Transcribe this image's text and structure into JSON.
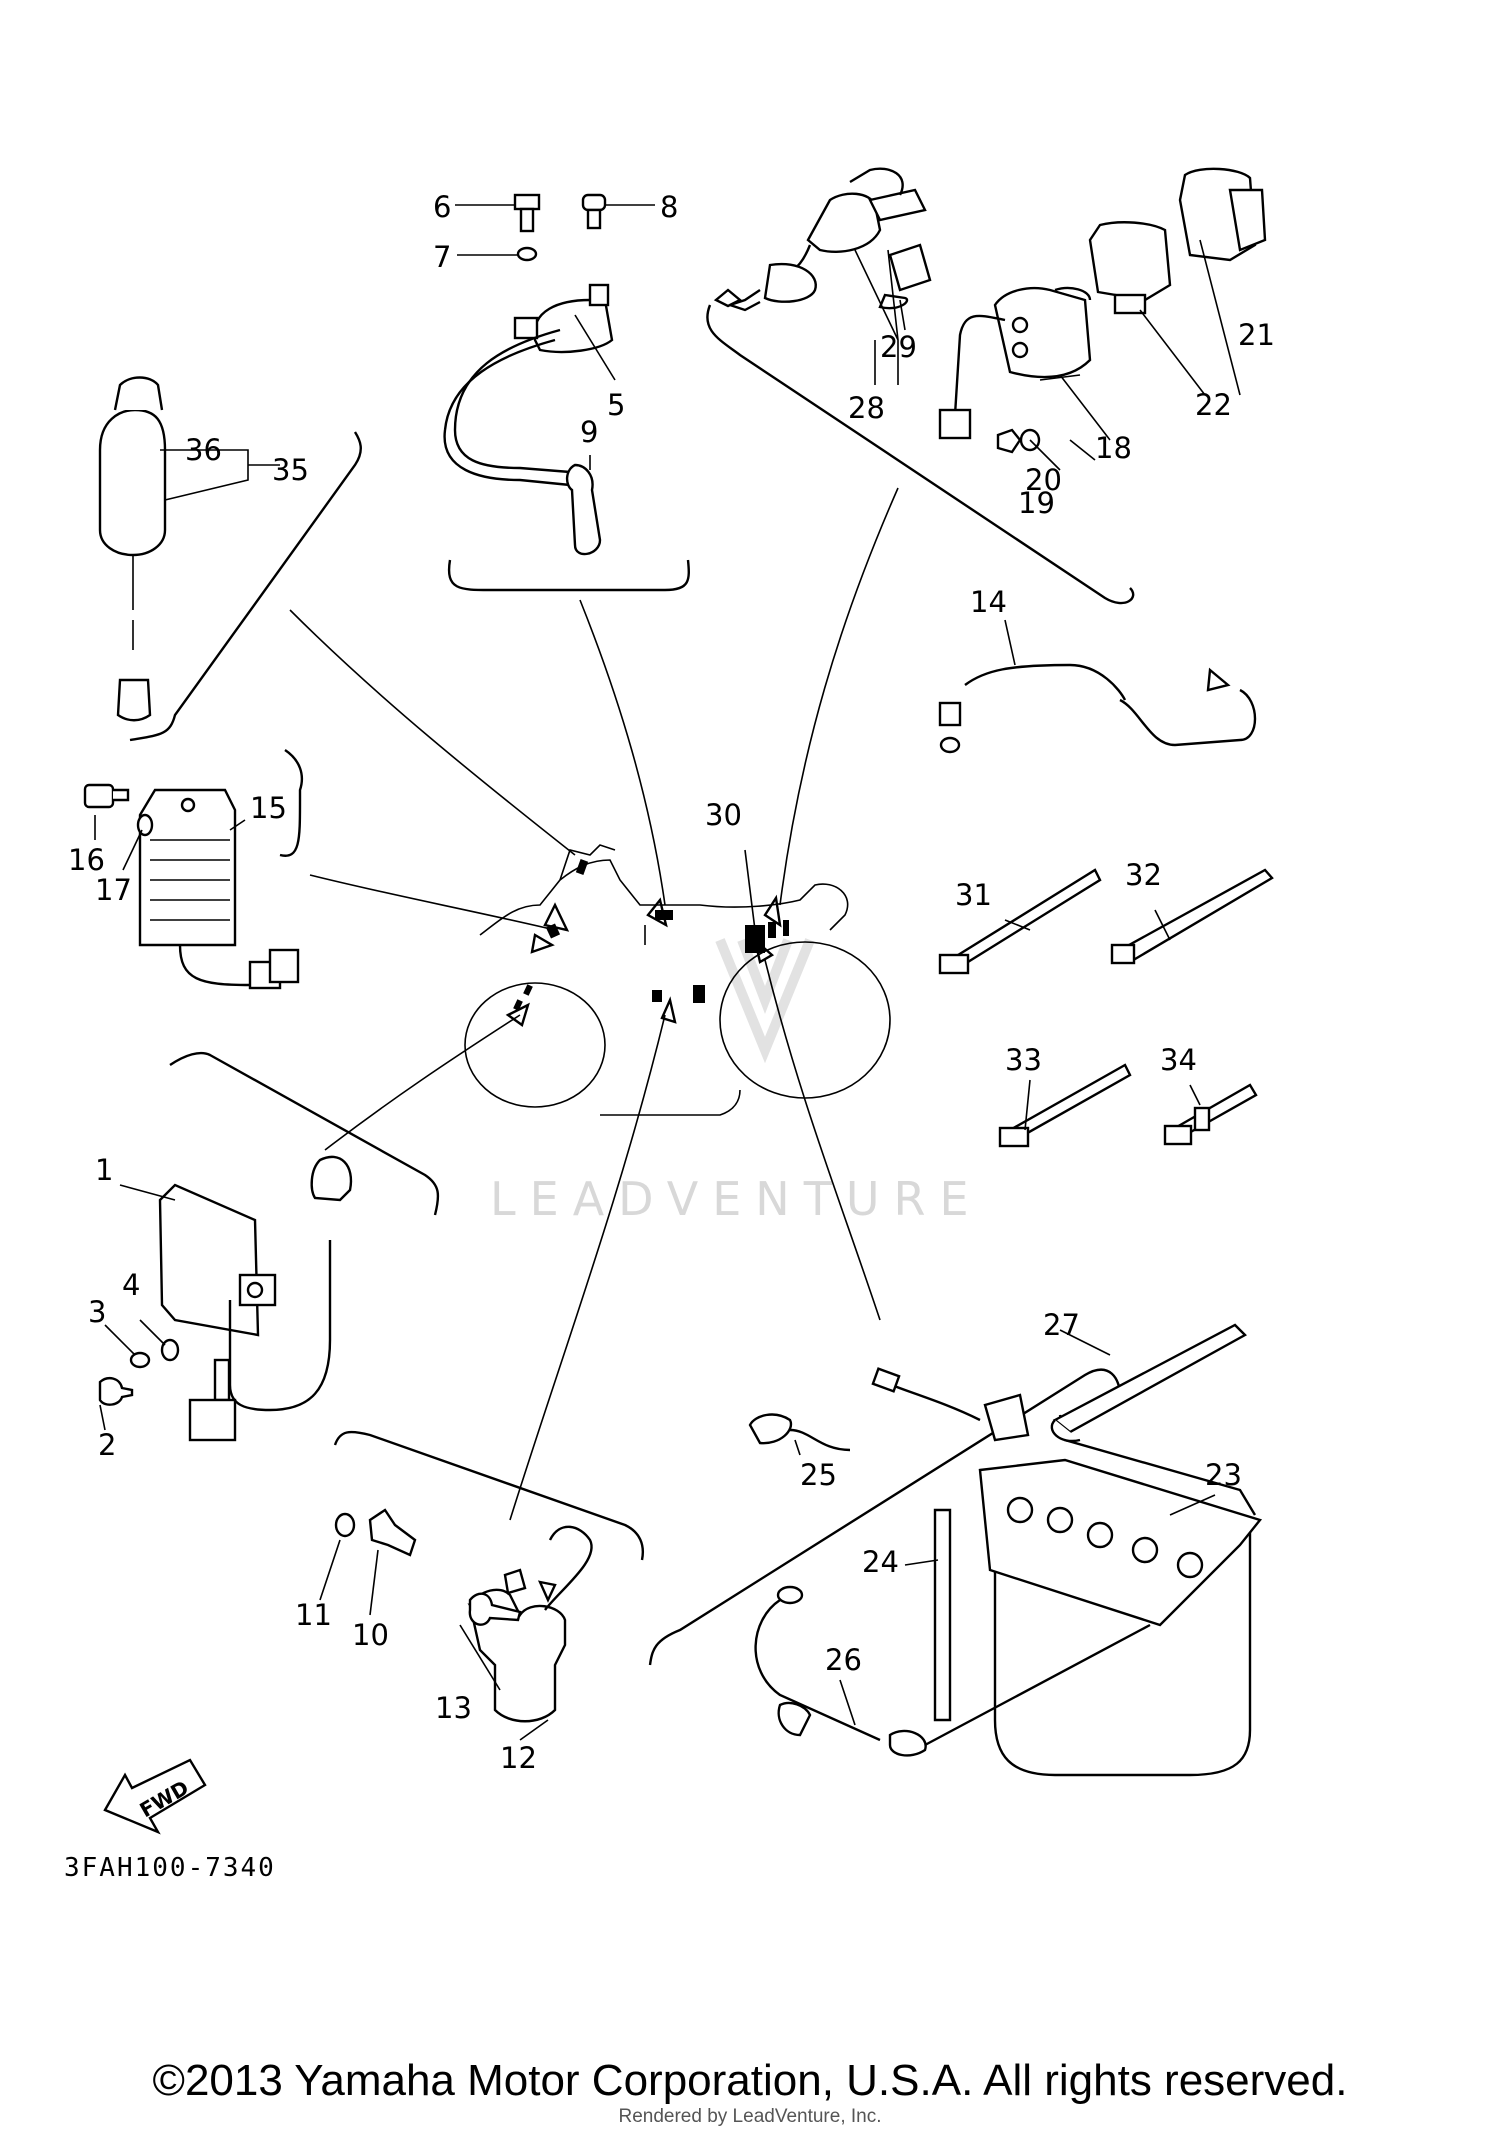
{
  "callouts": [
    {
      "id": "c1",
      "label": "1"
    },
    {
      "id": "c2",
      "label": "2"
    },
    {
      "id": "c3",
      "label": "3"
    },
    {
      "id": "c4",
      "label": "4"
    },
    {
      "id": "c5",
      "label": "5"
    },
    {
      "id": "c6",
      "label": "6"
    },
    {
      "id": "c7",
      "label": "7"
    },
    {
      "id": "c8",
      "label": "8"
    },
    {
      "id": "c9",
      "label": "9"
    },
    {
      "id": "c10",
      "label": "10"
    },
    {
      "id": "c11",
      "label": "11"
    },
    {
      "id": "c12",
      "label": "12"
    },
    {
      "id": "c13",
      "label": "13"
    },
    {
      "id": "c14",
      "label": "14"
    },
    {
      "id": "c15",
      "label": "15"
    },
    {
      "id": "c16",
      "label": "16"
    },
    {
      "id": "c17",
      "label": "17"
    },
    {
      "id": "c18",
      "label": "18"
    },
    {
      "id": "c19",
      "label": "19"
    },
    {
      "id": "c20",
      "label": "20"
    },
    {
      "id": "c21",
      "label": "21"
    },
    {
      "id": "c22",
      "label": "22"
    },
    {
      "id": "c23",
      "label": "23"
    },
    {
      "id": "c24",
      "label": "24"
    },
    {
      "id": "c25",
      "label": "25"
    },
    {
      "id": "c26",
      "label": "26"
    },
    {
      "id": "c27",
      "label": "27"
    },
    {
      "id": "c28",
      "label": "28"
    },
    {
      "id": "c29",
      "label": "29"
    },
    {
      "id": "c30",
      "label": "30"
    },
    {
      "id": "c31",
      "label": "31"
    },
    {
      "id": "c32",
      "label": "32"
    },
    {
      "id": "c33",
      "label": "33"
    },
    {
      "id": "c34",
      "label": "34"
    },
    {
      "id": "c35",
      "label": "35"
    },
    {
      "id": "c36",
      "label": "36"
    }
  ],
  "fwd_label": "FWD",
  "ref_code": "3FAH100-7340",
  "watermark": "LEADVENTURE",
  "copyright": "©2013 Yamaha Motor Corporation, U.S.A. All rights reserved.",
  "rendered_by": "Rendered by LeadVenture, Inc."
}
